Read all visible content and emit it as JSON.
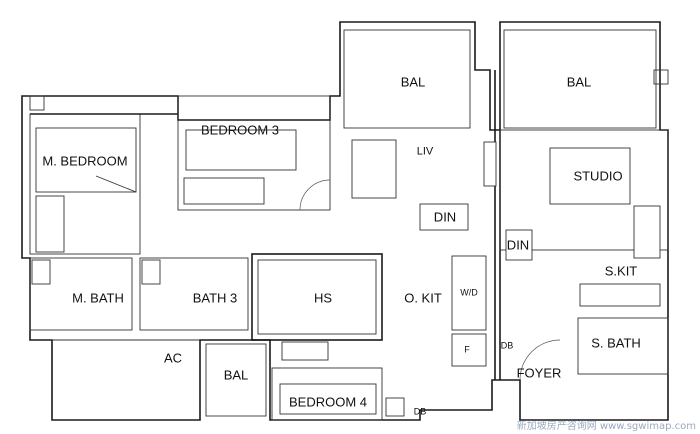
{
  "labels": {
    "bal_left": "BAL",
    "bal_right": "BAL",
    "bedroom3": "BEDROOM 3",
    "m_bedroom": "M. BEDROOM",
    "liv": "LIV",
    "studio": "STUDIO",
    "din_center": "DIN",
    "din_right": "DIN",
    "s_kit": "S.KIT",
    "m_bath": "M. BATH",
    "bath3": "BATH 3",
    "hs": "HS",
    "o_kit": "O. KIT",
    "wd": "W/D",
    "f": "F",
    "db_upper": "DB",
    "s_bath": "S. BATH",
    "foyer": "FOYER",
    "ac": "AC",
    "bal_bottom": "BAL",
    "bedroom4": "BEDROOM 4",
    "db_lower": "DB"
  },
  "watermark": "新加坡房产咨询网 www.sgwimap.com",
  "colors": {
    "line": "#1a1a1a",
    "background": "#ffffff"
  }
}
